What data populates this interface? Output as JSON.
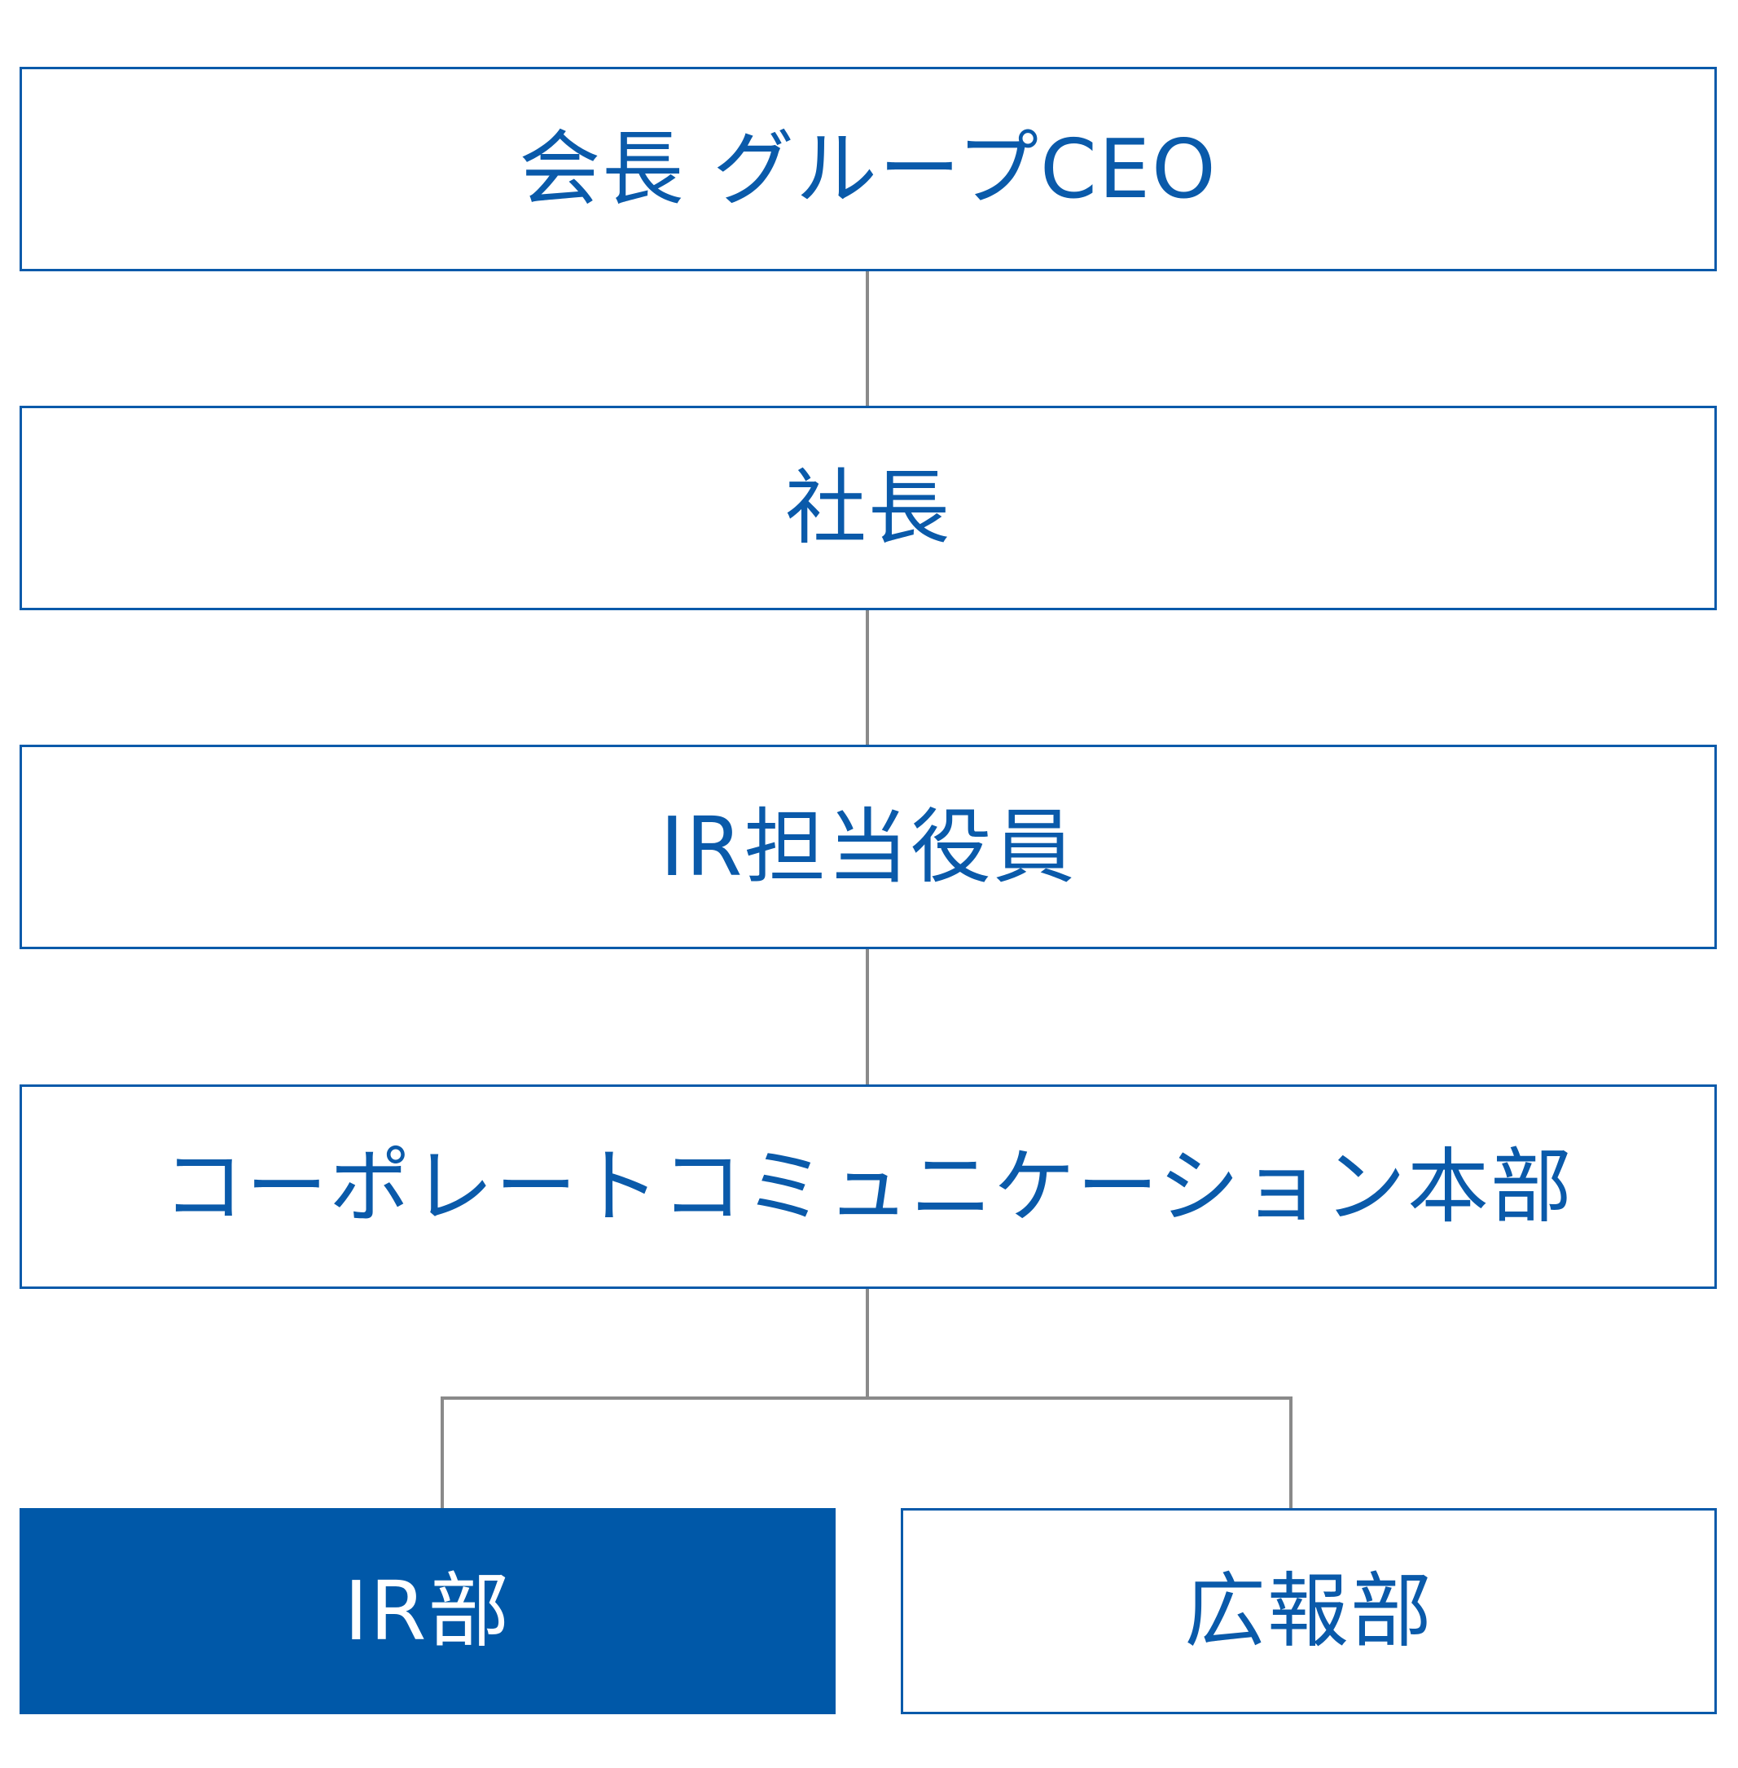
{
  "org_chart": {
    "nodes": {
      "chairman": "会長 グループCEO",
      "president": "社長",
      "ir_officer": "IR担当役員",
      "corporate_communication": "コーポレートコミュニケーション本部",
      "ir_department": "IR部",
      "pr_department": "広報部"
    },
    "highlighted_node": "ir_department"
  },
  "colors": {
    "accent": "#0058a8",
    "text": "#0a5aaa",
    "connector": "#8a8a8a",
    "background": "#ffffff"
  }
}
